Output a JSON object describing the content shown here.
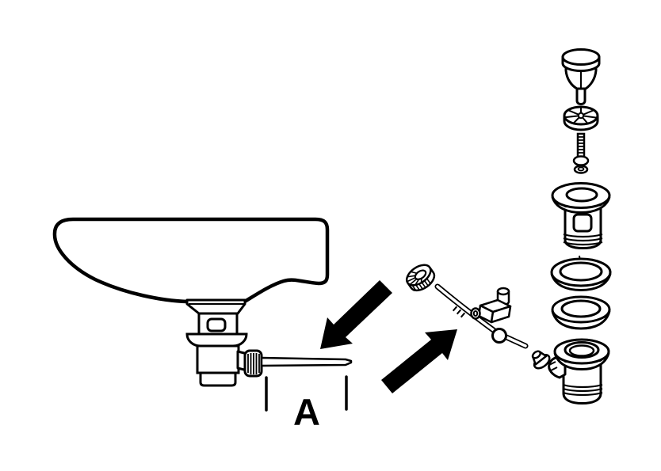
{
  "meta": {
    "description": "Black-and-white exploded installation diagram of a wash-basin pop-up waste drain assembly",
    "background_color": "#ffffff",
    "line_color": "#000000"
  },
  "labels": {
    "dimension_a": "A"
  },
  "parts": {
    "basin": "wash-basin-side-profile",
    "installed_drain": "pop-up-drain-installed-under-basin",
    "horizontal_rod": "horizontal-lift-rod",
    "dimension_marks": "dimension-a-tick-marks",
    "arrow_down_left": "pointer-arrow-toward-rod",
    "arrow_up_right": "pointer-arrow-toward-pivot-rod",
    "knurled_nut": "knurled-pivot-retaining-nut",
    "pivot_rod": "pivot-ball-rod",
    "rod_clamp": "rod-extension-clamp",
    "cone_washer": "pivot-cone-seal",
    "stopper_knob": "pop-up-stopper",
    "spoked_washer": "spoked-disc-washer",
    "screw": "stopper-stem-screw",
    "drain_flange": "threaded-drain-flange",
    "flat_washer": "flat-metal-washer",
    "gasket": "rubber-sealing-gasket",
    "drain_body": "threaded-drain-body-with-side-port"
  }
}
